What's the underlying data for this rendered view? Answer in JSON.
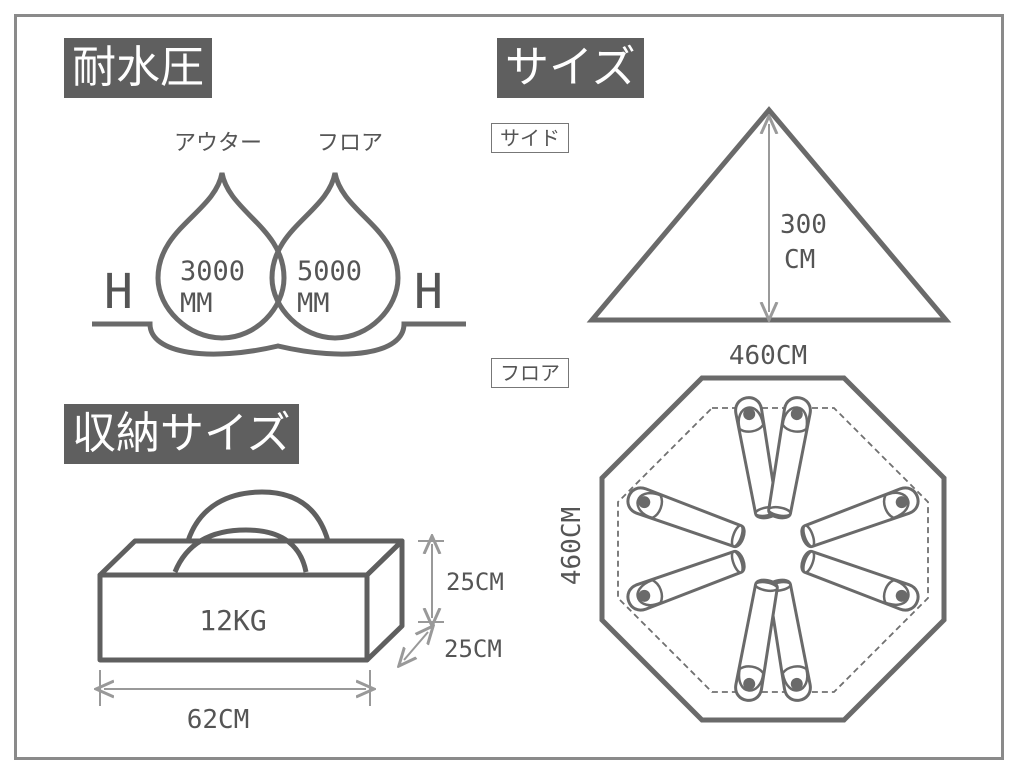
{
  "sections": {
    "water": "耐水圧",
    "size": "サイズ",
    "storage": "収納サイズ"
  },
  "water": {
    "outer_label": "アウター",
    "floor_label": "フロア",
    "outer_value": "3000",
    "outer_unit": "MM",
    "floor_value": "5000",
    "floor_unit": "MM",
    "h_left": "H",
    "h_right": "H"
  },
  "size": {
    "side_tag": "サイド",
    "floor_tag": "フロア",
    "side_height_value": "300",
    "side_height_unit": "CM",
    "floor_width": "460CM",
    "floor_depth": "460CM"
  },
  "storage": {
    "weight": "12KG",
    "height": "25CM",
    "depth": "25CM",
    "length": "62CM"
  },
  "colors": {
    "line": "#6a6a6a",
    "section_bg": "#5f5f5f",
    "text": "#555555"
  }
}
